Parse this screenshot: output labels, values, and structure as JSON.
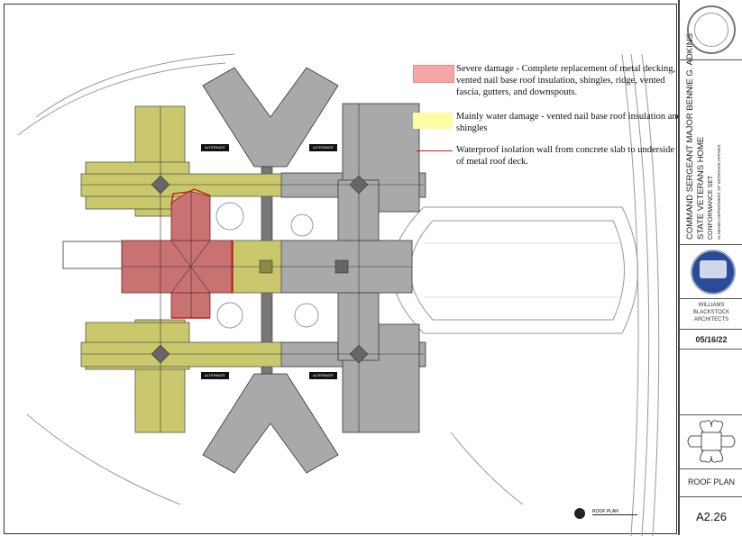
{
  "legend": {
    "items": [
      {
        "text": "Severe damage - Complete replacement of metal decking, vented nail base roof insulation, shingles, ridge, vented fascia, gutters, and downspouts.",
        "color": "#f4a7a7"
      },
      {
        "text": "Mainly water damage - vented nail base roof insulation and shingles",
        "color": "#fdfca4"
      },
      {
        "text": "Waterproof isolation wall from concrete slab to underside of metal roof deck.",
        "color": "#d01818"
      }
    ]
  },
  "plan": {
    "alternate_labels": [
      "ALTERNATE",
      "ALTERNATE",
      "ALTERNATE",
      "ALTERNATE"
    ],
    "roof_plan_title": "ROOF PLAN",
    "colors": {
      "severe": "#c87272",
      "water": "#c9c86c",
      "existing": "#a9a9a9"
    }
  },
  "title_block": {
    "project_title": "COMMAND SERGEANT MAJOR BENNIE G. ADKINS",
    "project_subtitle": "STATE VETERANS HOME",
    "set_name": "CONFORMANCE SET",
    "owner": "ALABAMA DEPARTMENT OF VETERANS AFFAIRS",
    "architect_lines": [
      "WILLIAMS",
      "BLACKSTOCK",
      "ARCHITECTS"
    ],
    "date": "05/16/22",
    "sheet_title": "ROOF PLAN",
    "sheet_number": "A2.26"
  }
}
